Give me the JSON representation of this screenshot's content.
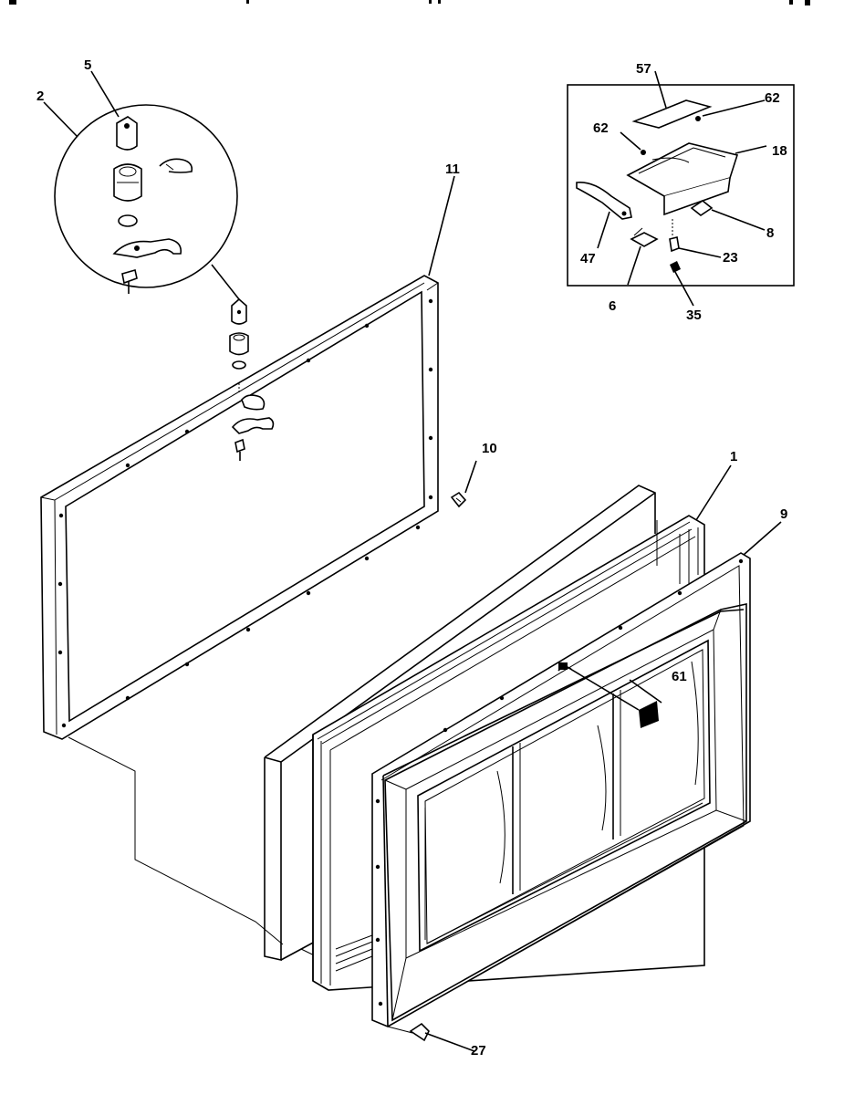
{
  "callouts": {
    "c5": "5",
    "c2": "2",
    "c11": "11",
    "c10": "10",
    "c1": "1",
    "c9": "9",
    "c61": "61",
    "c27": "27",
    "c57": "57",
    "c62a": "62",
    "c62b": "62",
    "c18": "18",
    "c8": "8",
    "c23": "23",
    "c47": "47",
    "c6": "6",
    "c35": "35"
  }
}
